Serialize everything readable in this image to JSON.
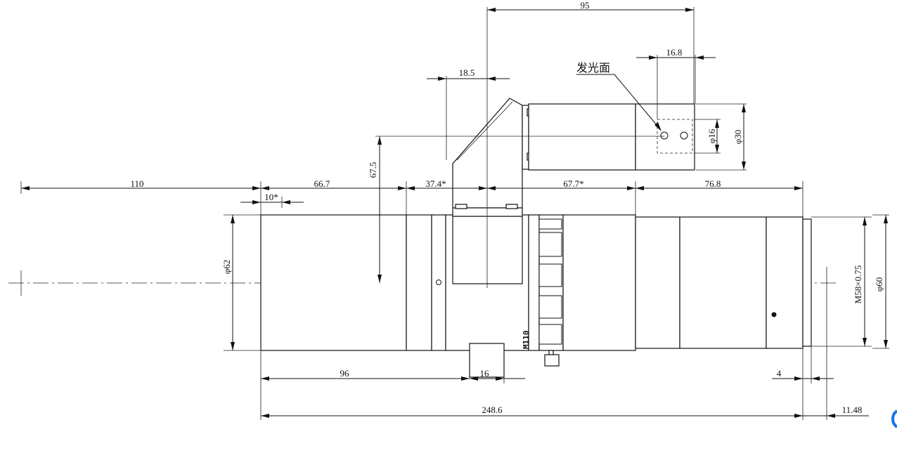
{
  "dimensions": {
    "top_width": "95",
    "light_length": "16.8",
    "prism_width": "18.5",
    "emitting_surface": "发光面",
    "height_offset": "67.5",
    "light_inner_dia": "φ16",
    "light_outer_dia": "φ30",
    "left_extension": "110",
    "seg_1": "66.7",
    "seg_2": "37.4*",
    "seg_3": "67.7*",
    "seg_4": "76.8",
    "small_offset": "10*",
    "front_dia": "φ62",
    "rear_dia": "φ60",
    "thread": "M58×0.75",
    "bottom_front": "96",
    "bottom_tab": "16",
    "bottom_flange": "4",
    "total_length": "248.6",
    "rear_offset": "11.48"
  },
  "engravings": {
    "scale_marks": "M110"
  }
}
